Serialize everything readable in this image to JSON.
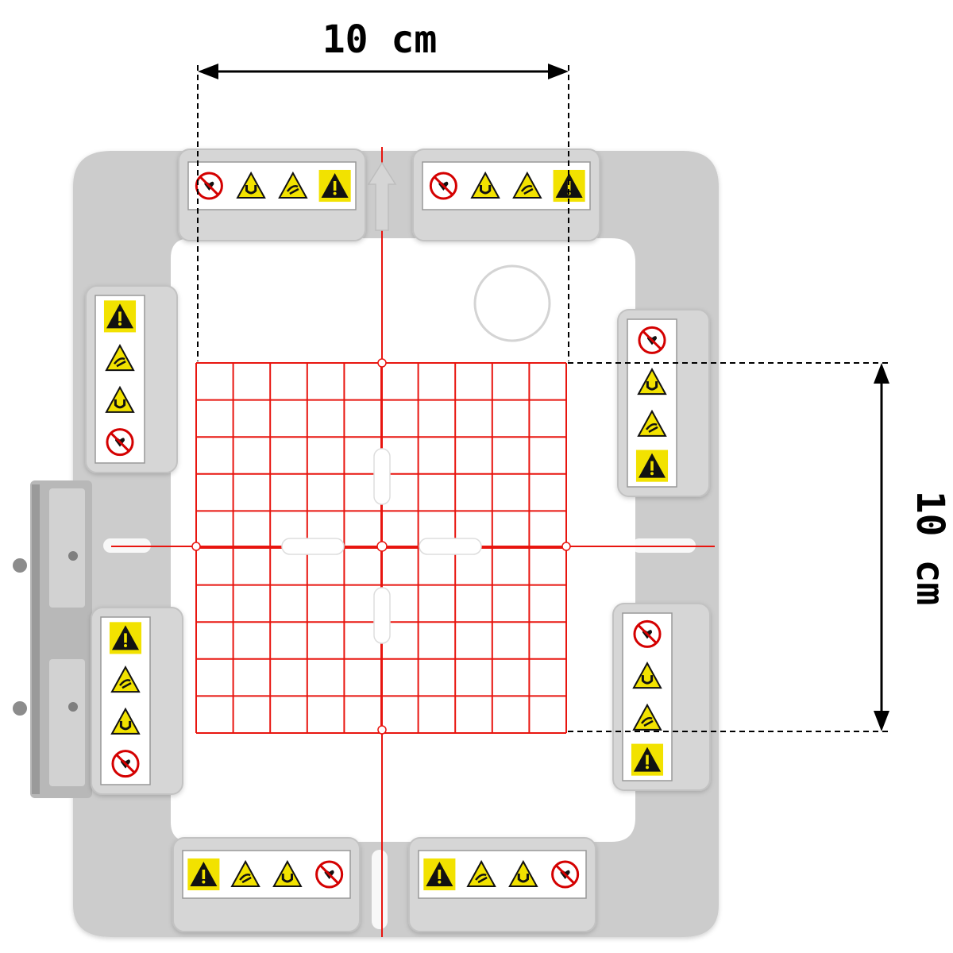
{
  "dimensions": {
    "width_label": "10 cm",
    "height_label": "10 cm"
  },
  "template": {
    "grid_divisions": 10
  },
  "colors": {
    "frame": "#cfcfcf",
    "frame_shadow": "#b5b5b5",
    "magnet_block": "#d8d8d8",
    "template_sheet": "#ffffff",
    "grid_line": "#e8150f",
    "warning_yellow": "#f2e200",
    "prohibition_red": "#d40000",
    "dimension_line": "#000000"
  },
  "icons": {
    "warning": "exclamation-triangle-icon",
    "pinch": "pinch-hand-icon",
    "magnet": "magnet-icon",
    "no_pacemaker": "no-pacemaker-icon",
    "guide_arrow": "up-arrow-icon"
  }
}
